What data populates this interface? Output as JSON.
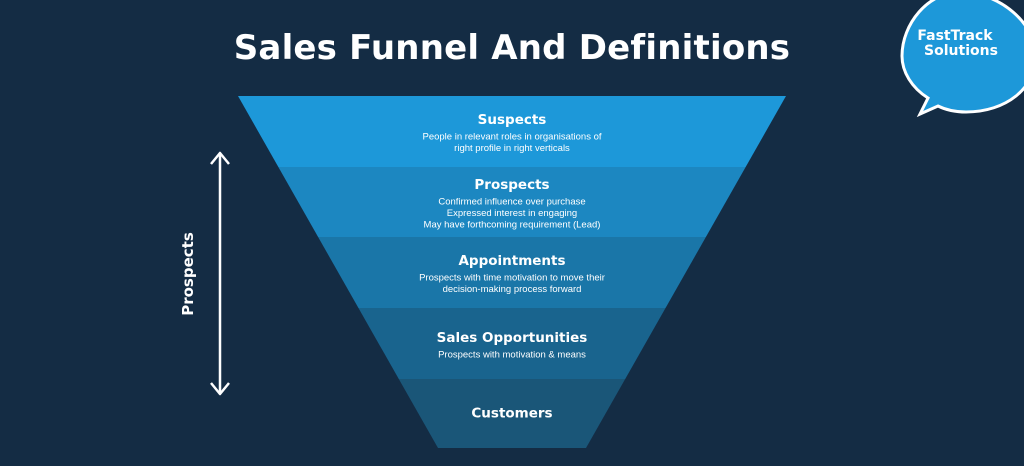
{
  "title": "Sales Funnel And Definitions",
  "logo": {
    "line1": "FastTrack",
    "line2": "Solutions"
  },
  "side_label": "Prospects",
  "colors": {
    "background": "#142c44",
    "stages": [
      "#1d98d9",
      "#1c87c1",
      "#1a76a8",
      "#19648e",
      "#1a5678"
    ]
  },
  "stages": [
    {
      "title": "Suspects",
      "lines": [
        "People in relevant roles in organisations of",
        "right profile in right verticals"
      ]
    },
    {
      "title": "Prospects",
      "lines": [
        "Confirmed influence over purchase",
        "Expressed interest in engaging",
        "May have forthcoming requirement (Lead)"
      ]
    },
    {
      "title": "Appointments",
      "lines": [
        "Prospects with time motivation to move their",
        "decision-making process forward"
      ]
    },
    {
      "title": "Sales Opportunities",
      "lines": [
        "Prospects with motivation & means"
      ]
    },
    {
      "title": "Customers",
      "lines": []
    }
  ]
}
